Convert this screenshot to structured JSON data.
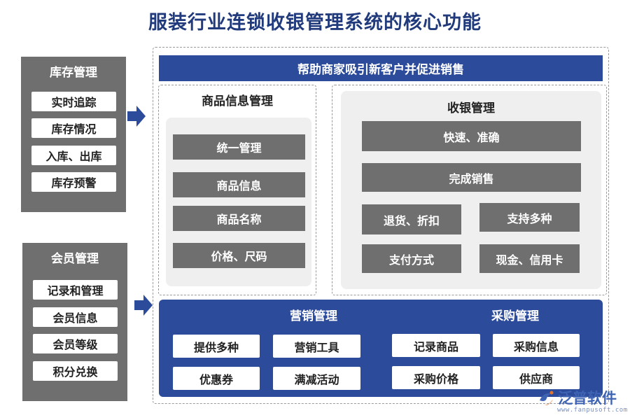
{
  "title": "服装行业连锁收银管理系统的核心功能",
  "inventory": {
    "title": "库存管理",
    "items": [
      "实时追踪",
      "库存情况",
      "入库、出库",
      "库存预警"
    ]
  },
  "member": {
    "title": "会员管理",
    "items": [
      "记录和管理",
      "会员信息",
      "会员等级",
      "积分兑换"
    ]
  },
  "banner": "帮助商家吸引新客户并促进销售",
  "product": {
    "title": "商品信息管理",
    "items": [
      "统一管理",
      "商品信息",
      "商品名称",
      "价格、尺码"
    ]
  },
  "cashier": {
    "title": "收银管理",
    "wide": [
      "快速、准确",
      "完成销售"
    ],
    "grid": [
      "退货、折扣",
      "支持多种",
      "支付方式",
      "现金、信用卡"
    ]
  },
  "marketing": {
    "title": "营销管理",
    "items": [
      "提供多种",
      "营销工具",
      "优惠券",
      "满减活动"
    ]
  },
  "purchase": {
    "title": "采购管理",
    "items": [
      "记录商品",
      "采购信息",
      "采购价格",
      "供应商"
    ]
  },
  "watermark": {
    "brand": "泛普软件",
    "url": "www.fanpusoft.com"
  },
  "colors": {
    "navy": "#2d4b9b",
    "gray": "#6f6f6f",
    "title": "#203a7c"
  }
}
